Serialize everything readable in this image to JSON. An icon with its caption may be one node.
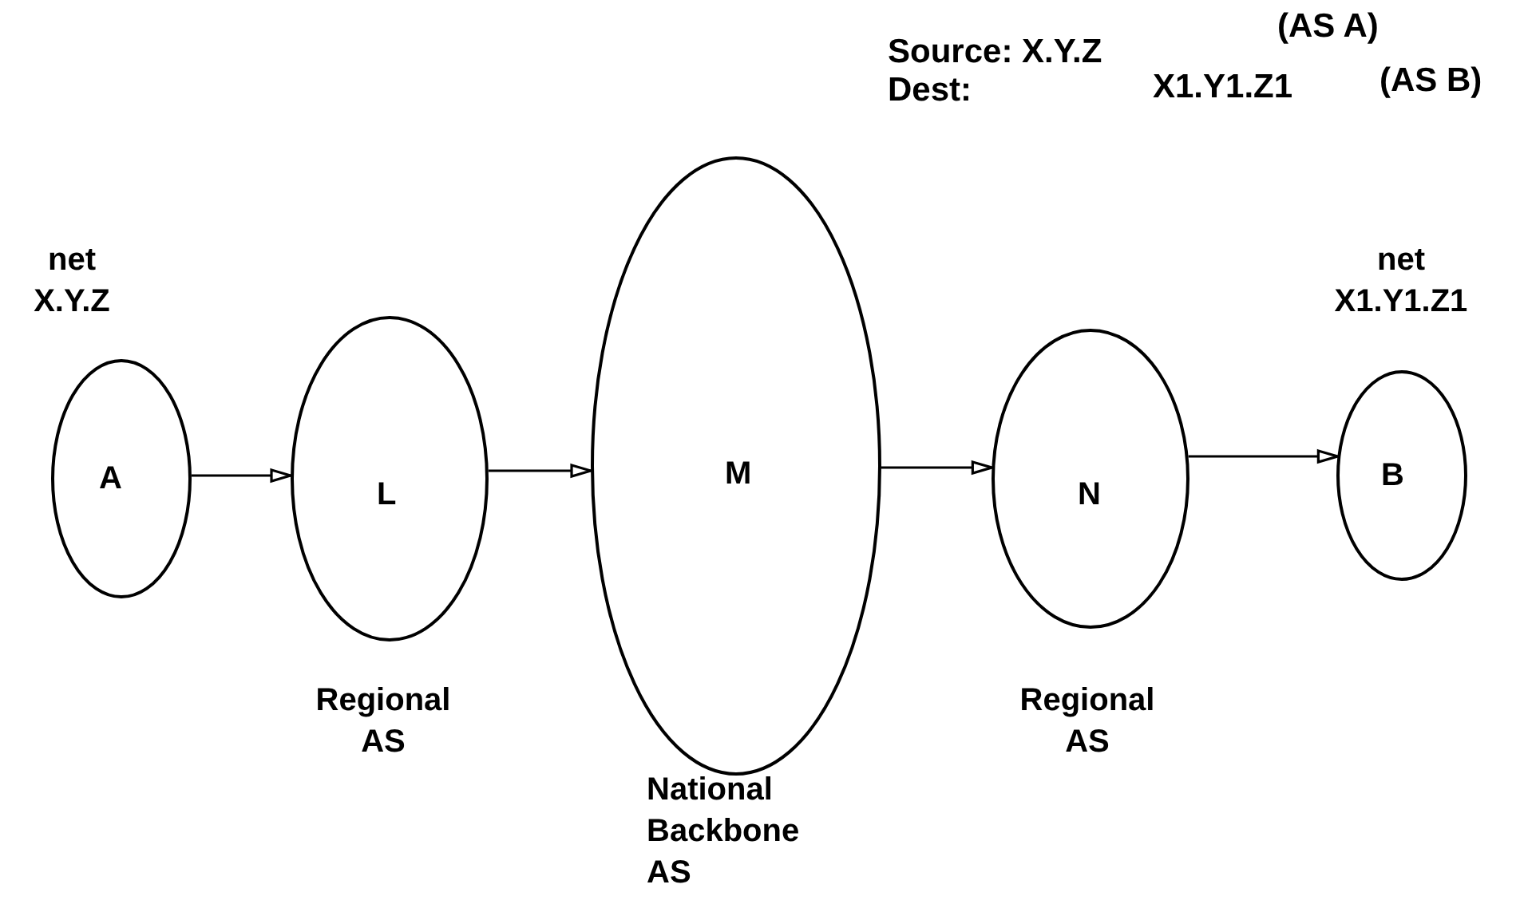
{
  "diagram": {
    "nodes": [
      {
        "text": [
          "A"
        ],
        "beside": [
          "net X.Y.Z"
        ]
      },
      {
        "text": [
          "L"
        ],
        "beside": [
          "Regional AS"
        ]
      },
      {
        "text": [
          "M"
        ],
        "beside": [
          "National Backbone AS"
        ]
      },
      {
        "text": [
          "N"
        ],
        "beside": [
          "Regional AS"
        ]
      },
      {
        "text": [
          "B"
        ],
        "beside": [
          "net X1.Y1.Z1"
        ]
      }
    ],
    "edges": [
      {
        "from": 0,
        "to": 1,
        "arrow": "to"
      },
      {
        "from": 1,
        "to": 2,
        "arrow": "to"
      },
      {
        "from": 2,
        "to": 3,
        "arrow": "to"
      },
      {
        "from": 3,
        "to": 4,
        "arrow": "to"
      }
    ],
    "labels": [
      "Source: X.Y.Z",
      "(AS A)",
      "Dest:",
      "X1.Y1.Z1",
      "(AS B)"
    ]
  }
}
